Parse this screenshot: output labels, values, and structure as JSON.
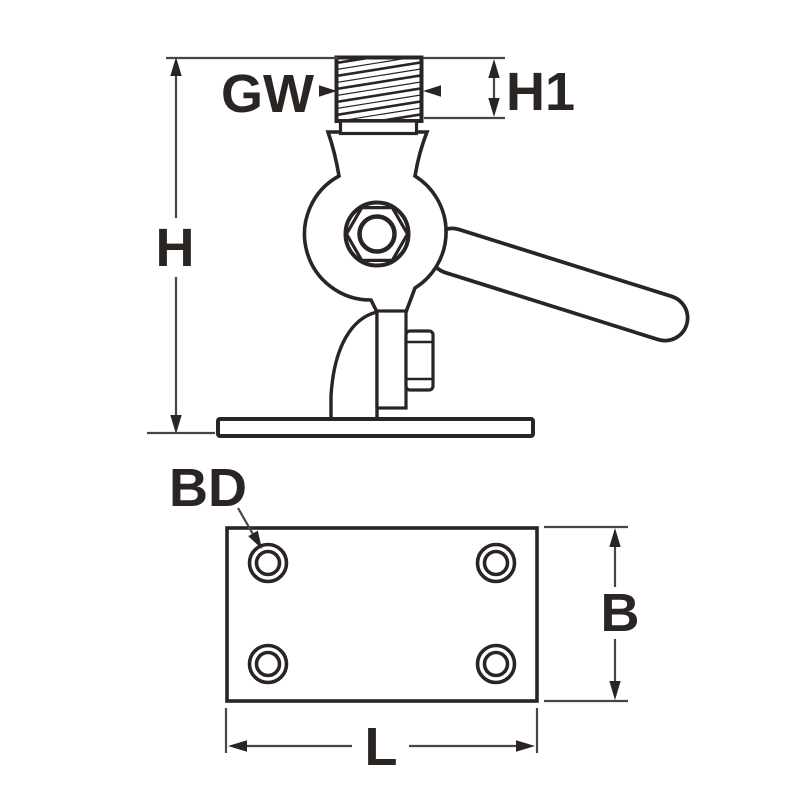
{
  "drawing": {
    "background_color": "#ffffff",
    "line_color": "#2a2523",
    "dimension_line_color": "#4a4542",
    "views": {
      "elevation": {
        "name": "side-elevation-of-swivel-mount",
        "dimensions": {
          "overall_height": "H",
          "thread_size": "GW",
          "thread_length": "H1"
        }
      },
      "plan": {
        "name": "base-plate-plan",
        "dimensions": {
          "hole_diameter": "BD",
          "plate_width": "B",
          "plate_length": "L"
        }
      }
    }
  }
}
